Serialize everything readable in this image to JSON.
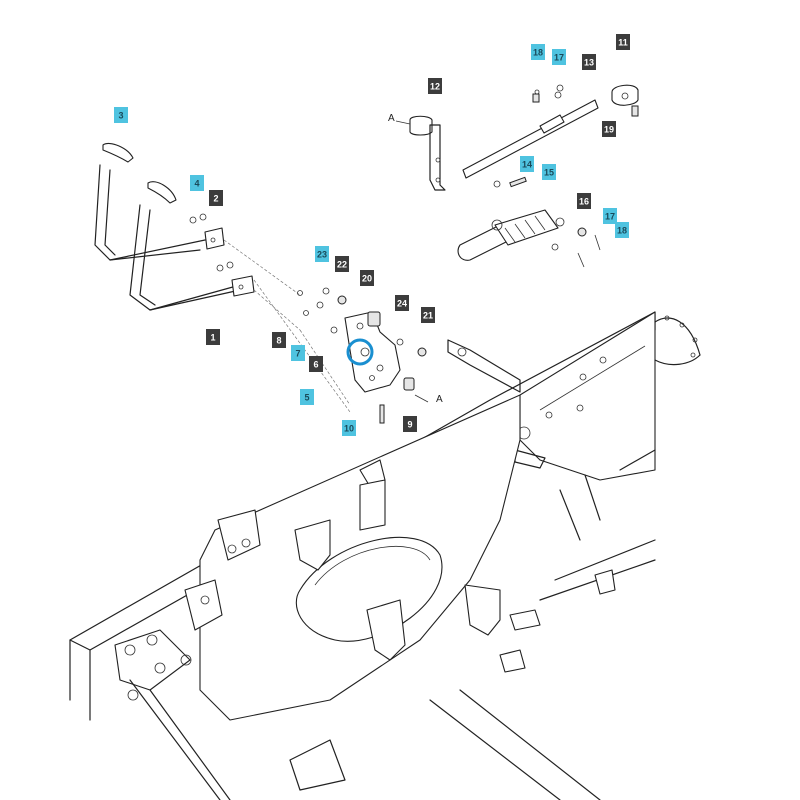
{
  "colors": {
    "callout_dark": "#3c3c3c",
    "callout_light": "#4fc3e0",
    "callout_text_dark": "#ffffff",
    "callout_text_light": "#1a4a5a",
    "highlight": "#1a8fd0"
  },
  "callouts": [
    {
      "id": "1",
      "style": "dark"
    },
    {
      "id": "2",
      "style": "dark"
    },
    {
      "id": "3",
      "style": "light"
    },
    {
      "id": "4",
      "style": "light"
    },
    {
      "id": "5",
      "style": "light"
    },
    {
      "id": "6",
      "style": "dark"
    },
    {
      "id": "7",
      "style": "light"
    },
    {
      "id": "8",
      "style": "dark"
    },
    {
      "id": "9",
      "style": "dark"
    },
    {
      "id": "10",
      "style": "light"
    },
    {
      "id": "11",
      "style": "dark"
    },
    {
      "id": "12",
      "style": "dark"
    },
    {
      "id": "13",
      "style": "dark"
    },
    {
      "id": "14",
      "style": "light"
    },
    {
      "id": "15",
      "style": "light"
    },
    {
      "id": "16",
      "style": "dark"
    },
    {
      "id": "17",
      "style": "light"
    },
    {
      "id": "17",
      "style": "light"
    },
    {
      "id": "18",
      "style": "light"
    },
    {
      "id": "18",
      "style": "light"
    },
    {
      "id": "19",
      "style": "dark"
    },
    {
      "id": "20",
      "style": "dark"
    },
    {
      "id": "21",
      "style": "dark"
    },
    {
      "id": "22",
      "style": "dark"
    },
    {
      "id": "23",
      "style": "light"
    },
    {
      "id": "24",
      "style": "dark"
    }
  ],
  "reference_letters": [
    "A",
    "A"
  ]
}
